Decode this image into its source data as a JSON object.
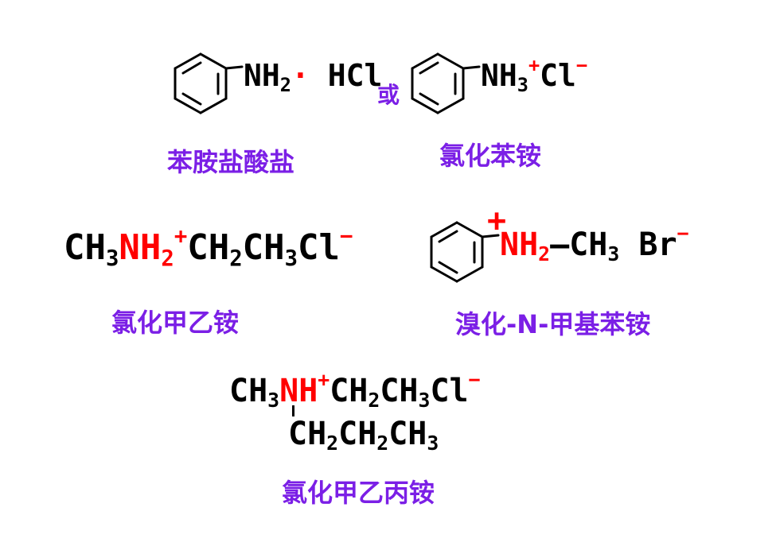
{
  "diagram": {
    "f1": {
      "a": "NH",
      "a_sub": "2",
      "dot": "·",
      "b": "HCl"
    },
    "connector": "或",
    "f2": {
      "a": "NH",
      "a_sub": "3",
      "a_sup": "+",
      "b": "Cl",
      "b_sup": "−"
    },
    "label1": "苯胺盐酸盐",
    "label2": "氯化苯铵",
    "f3": {
      "p1": "CH",
      "p1_sub": "3",
      "p2": "NH",
      "p2_sub": "2",
      "p2_sup": "+",
      "p3": "CH",
      "p3_sub": "2",
      "p4": "CH",
      "p4_sub": "3",
      "p5": "Cl",
      "p5_sup": "−"
    },
    "label3": "氯化甲乙铵",
    "f4": {
      "plus": "+",
      "p1": "NH",
      "p1_sub": "2",
      "p2": "—CH",
      "p2_sub": "3",
      "p3": "Br",
      "p3_sup": "−"
    },
    "label4": "溴化-N-甲基苯铵",
    "f5": {
      "p1": "CH",
      "p1_sub": "3",
      "p2": "NH",
      "p2_sup": "+",
      "p3": "CH",
      "p3_sub": "2",
      "p4": "CH",
      "p4_sub": "3",
      "p5": "Cl",
      "p5_sup": "−",
      "q1": "CH",
      "q1_sub": "2",
      "q2": "CH",
      "q2_sub": "2",
      "q3": "CH",
      "q3_sub": "3"
    },
    "label5": "氯化甲乙丙铵"
  },
  "colors": {
    "text": "#000000",
    "highlight": "#ff0000",
    "label": "#7b1fe6"
  }
}
